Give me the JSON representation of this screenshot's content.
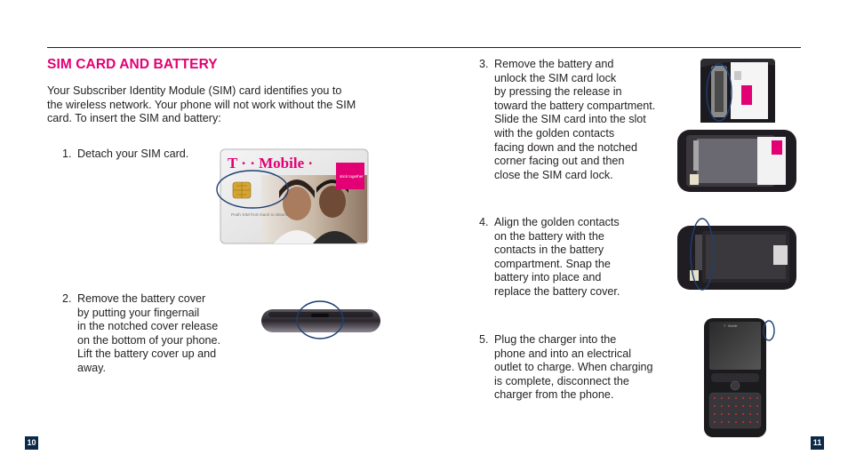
{
  "section": {
    "title": "SIM CARD AND BATTERY",
    "intro": [
      "Your Subscriber Identity Module (SIM) card identifies you to",
      "the wireless network. Your phone will not work without the SIM",
      "card. To insert the SIM and battery:"
    ]
  },
  "steps": [
    {
      "number": "1.",
      "lines": [
        "Detach your SIM card."
      ]
    },
    {
      "number": "2.",
      "lines": [
        "Remove the battery cover",
        "by putting your fingernail",
        "in the notched cover release",
        "on the bottom of your phone.",
        "Lift the battery cover up and",
        "away."
      ]
    },
    {
      "number": "3.",
      "lines": [
        "Remove the battery and",
        "unlock the SIM card lock",
        "by pressing the release in",
        "toward the battery compartment.",
        "Slide the SIM card into the slot",
        "with the golden contacts",
        "facing down and the notched",
        "corner facing out and then",
        "close the SIM card lock."
      ]
    },
    {
      "number": "4.",
      "lines": [
        "Align the golden contacts",
        "on the battery with the",
        "contacts in the battery",
        "compartment. Snap the",
        "battery into place and",
        "replace the battery cover."
      ]
    },
    {
      "number": "5.",
      "lines": [
        "Plug the charger into the",
        "phone and into an electrical",
        "outlet to charge. When charging",
        "is complete, disconnect the",
        "charger from the phone."
      ]
    }
  ],
  "sim_card": {
    "brand": "T · · Mobile ·",
    "tag": "stick together",
    "caption": "Push SIM from back to detach."
  },
  "pages": {
    "left": "10",
    "right": "11"
  },
  "colors": {
    "magenta": "#e20074",
    "highlight_circle": "#1d3f73",
    "page_badge": "#0b2a4a"
  }
}
